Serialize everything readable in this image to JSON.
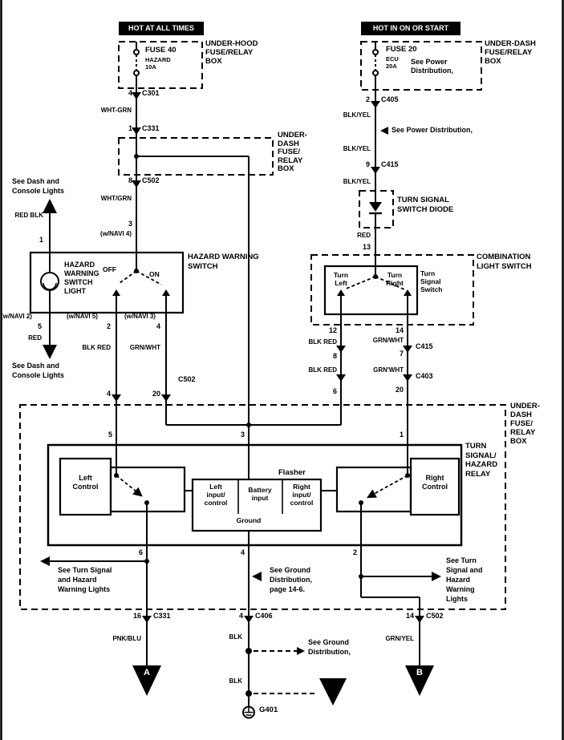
{
  "power_left": {
    "hot": "HOT AT ALL TIMES",
    "fuse": "FUSE 40",
    "fuse_name": "HAZARD",
    "fuse_amp": "10A",
    "box": "UNDER-HOOD\nFUSE/RELAY\nBOX",
    "pin_c301": "4",
    "c301": "C301",
    "wire1": "WHT-GRN",
    "pin_c331": "1",
    "c331": "C331",
    "underdash_box": "UNDER-\nDASH\nFUSE/\nRELAY\nBOX",
    "pin_c502": "8",
    "c502": "C502",
    "wire2": "WHT/GRN",
    "pin_switch": "3",
    "navi4": "(w/NAVI 4)"
  },
  "dash_lights": {
    "top_text": "See Dash and\nConsole Lights",
    "top_wire": "RED BLK",
    "top_pin": "1",
    "navi2": "(w/NAVI 2)",
    "pin5": "5",
    "red": "RED",
    "bottom_text": "See Dash and\nConsole Lights"
  },
  "hazard_switch": {
    "light": "HAZARD\nWARNING\nSWITCH\nLIGHT",
    "off": "OFF",
    "on": "ON",
    "title": "HAZARD WARNING\nSWITCH",
    "navi5": "(w/NAVI 5)",
    "pin2": "2",
    "blk_red": "BLK RED",
    "navi3": "(w/NAVI 3)",
    "pin4": "4",
    "grn_wht": "GRN/WHT",
    "pin_c502_l": "4",
    "pin_c502_r": "20",
    "c502": "C502"
  },
  "power_right": {
    "hot": "HOT IN ON OR START",
    "fuse": "FUSE 20",
    "fuse_name": "ECU",
    "fuse_amp": "20A",
    "see_power_box": "See Power\nDistribution,",
    "box": "UNDER-DASH\nFUSE/RELAY\nBOX",
    "pin_c405": "2",
    "c405": "C405",
    "wire1": "BLK/YEL",
    "see_power": "See Power Distribution,",
    "wire2": "BLK/YEL",
    "pin_c415": "9",
    "c415": "C415",
    "wire3": "BLK/YEL",
    "diode": "TURN SIGNAL\nSWITCH DIODE",
    "red": "RED",
    "pin13": "13"
  },
  "combination": {
    "title": "COMBINATION\nLIGHT SWITCH",
    "turn_left": "Turn\nLeft",
    "turn_right": "Turn\nRight",
    "switch_label": "Turn\nSignal\nSwitch",
    "pin12": "12",
    "pin14": "14",
    "blk_red_1": "BLK RED",
    "grn_wht_1": "GRN/WHT",
    "c415": "C415",
    "pin8": "8",
    "pin7": "7",
    "blk_red_2": "BLK RED",
    "grn_wht_2": "GRN'WHT",
    "c403": "C403",
    "pin6": "6",
    "pin20": "20"
  },
  "relay": {
    "box_label": "UNDER-\nDASH\nFUSE/\nRELAY\nBOX",
    "pin5": "5",
    "pin3": "3",
    "pin1": "1",
    "title": "TURN\nSIGNAL/\nHAZARD\nRELAY",
    "left_control": "Left\nControl",
    "right_control": "Right\nControl",
    "flasher": "Flasher",
    "left_input": "Left\ninput/\ncontrol",
    "battery_input": "Battery\ninput",
    "right_input": "Right\ninput/\ncontrol",
    "ground": "Ground",
    "pin6": "6",
    "pin4": "4",
    "pin2": "2"
  },
  "notes": {
    "left": "See Turn Signal\nand Hazard\nWarning Lights",
    "ground": "See Ground\nDistribution,\npage 14-6.",
    "right": "See Turn\nSignal and\nHazard\nWarning\nLights"
  },
  "bottom": {
    "pin16": "16",
    "c331": "C331",
    "wire_left": "PNK/BLU",
    "arrow_a": "A",
    "pin4": "4",
    "c406": "C406",
    "blk_1": "BLK",
    "see_ground": "See Ground\nDistribution,",
    "blk_2": "BLK",
    "g401": "G401",
    "pin14": "14",
    "c502": "C502",
    "wire_right": "GRN/YEL",
    "arrow_b": "B"
  }
}
